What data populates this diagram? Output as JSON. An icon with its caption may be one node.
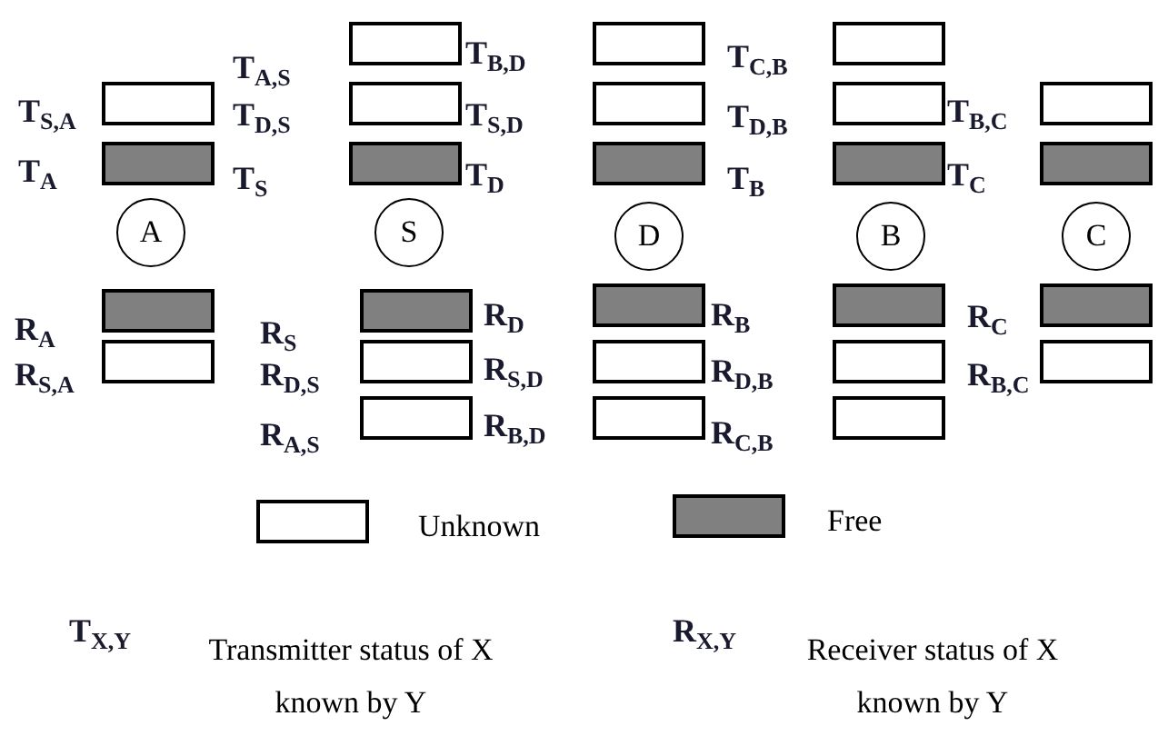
{
  "diagram": {
    "nodes": [
      {
        "text": [],
        "shape": "box"
      },
      {
        "text": [],
        "shape": "box"
      },
      {
        "text": [
          "A"
        ]
      },
      {
        "text": [],
        "shape": "box"
      },
      {
        "text": [],
        "shape": "box"
      },
      {
        "text": [],
        "shape": "box"
      },
      {
        "text": [],
        "shape": "box"
      },
      {
        "text": [],
        "shape": "box"
      },
      {
        "text": [
          "S"
        ]
      },
      {
        "text": [],
        "shape": "box"
      },
      {
        "text": [],
        "shape": "box"
      },
      {
        "text": [],
        "shape": "box"
      },
      {
        "text": [],
        "shape": "box"
      },
      {
        "text": [],
        "shape": "box"
      },
      {
        "text": [],
        "shape": "box"
      },
      {
        "text": [
          "D"
        ]
      },
      {
        "text": [],
        "shape": "box"
      },
      {
        "text": [],
        "shape": "box"
      },
      {
        "text": [],
        "shape": "box"
      },
      {
        "text": [],
        "shape": "box"
      },
      {
        "text": [],
        "shape": "box"
      },
      {
        "text": [],
        "shape": "box"
      },
      {
        "text": [
          "B"
        ]
      },
      {
        "text": [],
        "shape": "box"
      },
      {
        "text": [],
        "shape": "box"
      },
      {
        "text": [],
        "shape": "box"
      },
      {
        "text": [],
        "shape": "box"
      },
      {
        "text": [],
        "shape": "box"
      },
      {
        "text": [
          "C"
        ]
      },
      {
        "text": [],
        "shape": "box"
      },
      {
        "text": [],
        "shape": "box"
      }
    ],
    "labels": [
      "T$_{A,S}$",
      "T$_{B,D}$",
      "T$_{C,B}$",
      "T$_{S,A}$",
      "T$_{D,S}$",
      "T$_{S,D}$",
      "T$_{D,B}$",
      "T$_{B,C}$",
      "T$_{A}$",
      "T$_{S}$",
      "T$_{D}$",
      "T$_{B}$",
      "T$_{C}$",
      "R$_{A}$",
      "R$_{S}$",
      "R$_{D}$",
      "R$_{B}$",
      "R$_{C}$",
      "R$_{S,A}$",
      "R$_{D,S}$",
      "R$_{S,D}$",
      "R$_{D,B}$",
      "R$_{B,C}$",
      "R$_{A,S}$",
      "R$_{B,D}$",
      "R$_{C,B}$",
      "T$_{X,Y}$",
      "Transmitter status of X known by Y",
      "R$_{X,Y}$",
      "Receiver status of X known by Y"
    ],
    "legend": [
      {
        "text": "Unknown",
        "color": "#ffffff"
      },
      {
        "text": "Free",
        "color": "#808080"
      }
    ]
  }
}
